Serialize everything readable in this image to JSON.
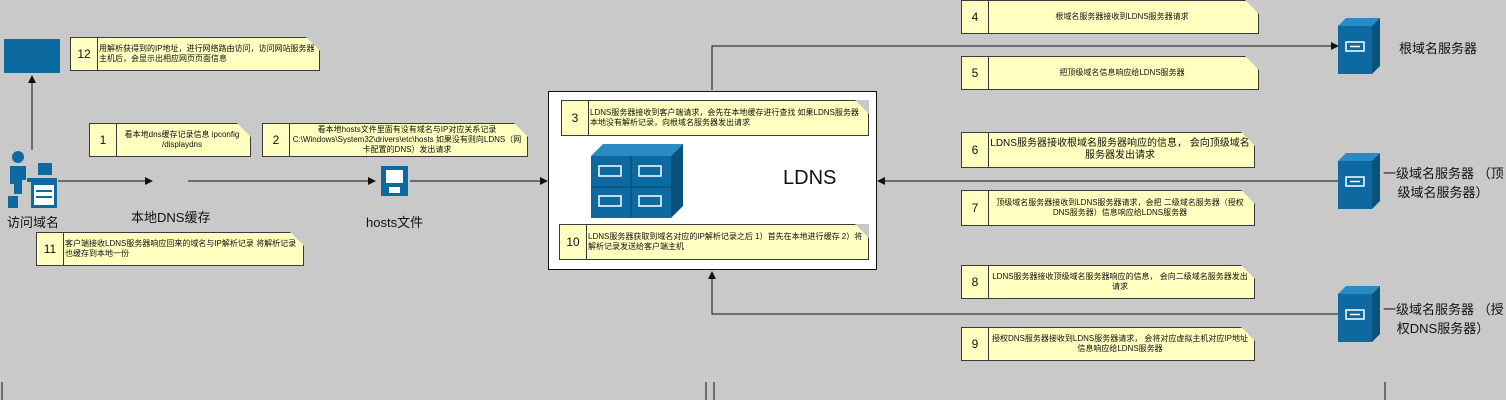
{
  "nodes": {
    "client": "访问域名",
    "local_cache": "本地DNS缓存",
    "hosts_file": "hosts文件",
    "ldns": "LDNS",
    "root_server": "根域名服务器",
    "tld_server_line1": "一级域名服务器 （顶",
    "tld_server_line2": "级域名服务器）",
    "auth_server_line1": "一级域名服务器 （授",
    "auth_server_line2": "权DNS服务器）"
  },
  "steps": [
    {
      "num": "1",
      "text": "看本地dns缓存记录信息 ipconfig /displaydns"
    },
    {
      "num": "2",
      "text": "看本地hosts文件里面有没有域名与IP对应关系记录 C:\\Windows\\System32\\drivers\\etc\\hosts 如果没有则向LDNS（网卡配置的DNS）发出请求"
    },
    {
      "num": "3",
      "text": "LDNS服务器接收到客户端请求，会先在本地缓存进行查找 如果LDNS服务器本地没有解析记录，向根域名服务器发出请求"
    },
    {
      "num": "4",
      "text": "根域名服务器接收到LDNS服务器请求"
    },
    {
      "num": "5",
      "text": "把顶级域名信息响应给LDNS服务器"
    },
    {
      "num": "6",
      "text": "LDNS服务器接收根域名服务器响应的信息， 会向顶级域名服务器发出请求"
    },
    {
      "num": "7",
      "text": "顶级域名服务器接收到LDNS服务器请求，会把 二级域名服务器（授权DNS服务器）信息响应给LDNS服务器"
    },
    {
      "num": "8",
      "text": "LDNS服务器接收顶级域名服务器响应的信息， 会向二级域名服务器发出请求"
    },
    {
      "num": "9",
      "text": "授权DNS服务器接收到LDNS服务器请求， 会将对应虚拟主机对应IP地址信息响应给LDNS服务器"
    },
    {
      "num": "10",
      "text": "LDNS服务器获取到域名对应的IP解析记录之后 1）首先在本地进行缓存 2）将解析记录发送给客户端主机"
    },
    {
      "num": "11",
      "text": "客户端接收LDNS服务器响应回来的域名与IP解析记录 将解析记录也缓存到本地一份"
    },
    {
      "num": "12",
      "text": "用解析获得到的IP地址，进行网络路由访问，访问网站服务器主机后，会显示出相应网页页面信息"
    }
  ],
  "colors": {
    "background": "#c9c9c9",
    "note": "#ffffc0",
    "server": "#0d6aa0",
    "line": "#111111"
  }
}
